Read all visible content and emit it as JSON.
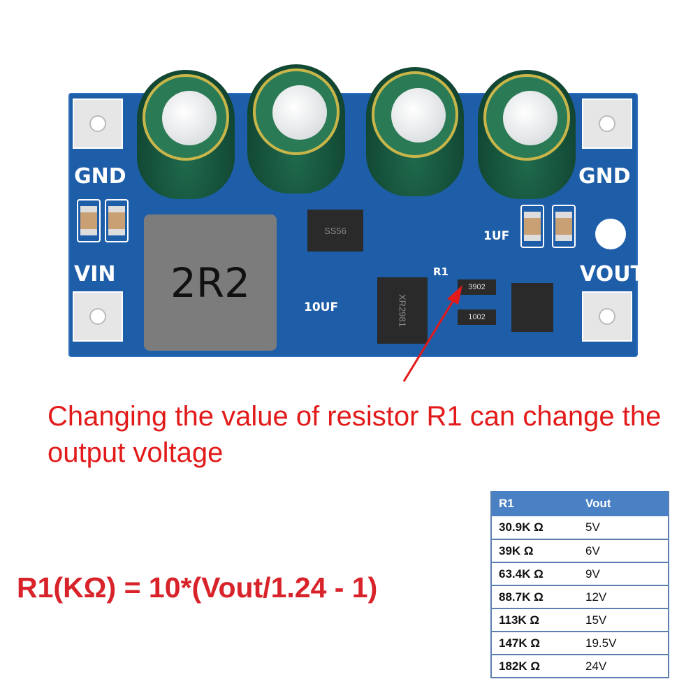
{
  "board": {
    "labels": {
      "gnd_left": "GND",
      "vin": "VIN",
      "gnd_right": "GND",
      "vout": "VOUT",
      "inductor": "2R2",
      "c_1uf": "1UF",
      "r1": "R1",
      "c_10uf": "10UF"
    },
    "chips": {
      "diode": "SS56",
      "ic": "XR2981",
      "r1_code": "3902",
      "r2_code": "1002"
    },
    "colors": {
      "pcb": "#1e5ea9",
      "capacitor": "#1f6a4d",
      "arrow": "#e21a1a"
    }
  },
  "annotation": {
    "caption": "Changing the value of resistor R1 can change the output voltage"
  },
  "formula": "R1(KΩ) = 10*(Vout/1.24 - 1)",
  "table": {
    "headers": [
      "R1",
      "Vout"
    ],
    "rows": [
      [
        "30.9K Ω",
        "5V"
      ],
      [
        "39K Ω",
        "6V"
      ],
      [
        "63.4K Ω",
        "9V"
      ],
      [
        "88.7K Ω",
        "12V"
      ],
      [
        "113K Ω",
        "15V"
      ],
      [
        "147K Ω",
        "19.5V"
      ],
      [
        "182K Ω",
        "24V"
      ]
    ]
  }
}
